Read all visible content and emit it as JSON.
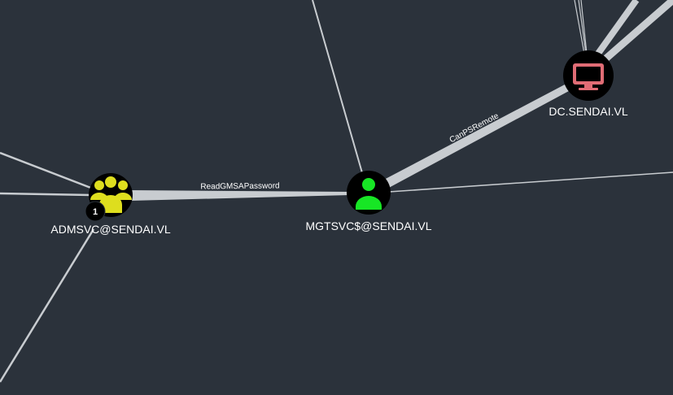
{
  "theme": {
    "background": "#2b323b",
    "edge_color": "#c8ccd0",
    "node_fill": "#000000",
    "label_color": "#ffffff",
    "group_icon_color": "#dede1e",
    "user_icon_color": "#17e625",
    "computer_icon_color": "#e06c75"
  },
  "nodes": {
    "admsvc": {
      "label": "ADMSVC@SENDAI.VL",
      "type": "group",
      "icon": "users-group-icon",
      "badge": "1"
    },
    "mgtsvc": {
      "label": "MGTSVC$@SENDAI.VL",
      "type": "user",
      "icon": "user-icon"
    },
    "dc": {
      "label": "DC.SENDAI.VL",
      "type": "computer",
      "icon": "monitor-icon"
    }
  },
  "edges": {
    "read_gmsa": {
      "label": "ReadGMSAPassword"
    },
    "can_ps_remote": {
      "label": "CanPSRemote"
    }
  }
}
